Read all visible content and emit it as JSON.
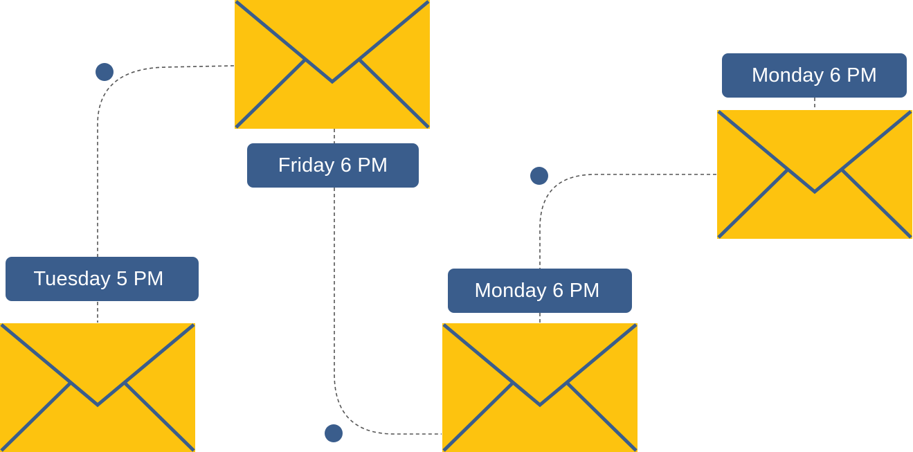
{
  "colors": {
    "envelope_fill": "#fdc30f",
    "envelope_stroke": "#3a5d8c",
    "label_bg": "#3a5d8c",
    "label_text": "#ffffff",
    "dot": "#3a5d8c",
    "connector": "#555555"
  },
  "icons": {
    "envelope": "envelope-icon",
    "node": "dot-icon"
  },
  "labels": {
    "tuesday": "Tuesday 5 PM",
    "friday": "Friday 6 PM",
    "monday_middle": "Monday 6 PM",
    "monday_right": "Monday 6 PM"
  }
}
